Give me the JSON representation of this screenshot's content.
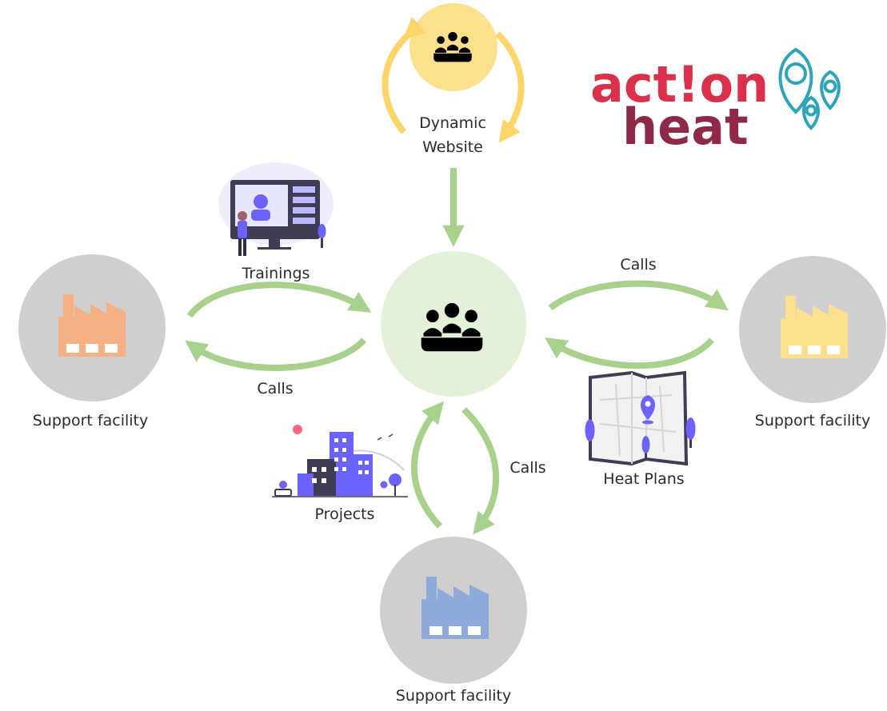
{
  "logo": {
    "line1": "act!on",
    "line2": "heat",
    "colors": {
      "red": "#d9304b",
      "maroon": "#8e2a45",
      "pin": "#2fa4b9"
    }
  },
  "hub": {
    "icon": "team-meeting-icon",
    "color": "#e3f1d9"
  },
  "website": {
    "line1": "Dynamic",
    "line2": "Website",
    "icon": "team-meeting-icon",
    "color": "#fde08c"
  },
  "facilities": [
    {
      "label": "Support facility",
      "factory_color": "#f5b183"
    },
    {
      "label": "Support facility",
      "factory_color": "#fde08c"
    },
    {
      "label": "Support facility",
      "factory_color": "#8eaadb"
    }
  ],
  "outputs": {
    "trainings": "Trainings",
    "projects": "Projects",
    "heat_plans": "Heat Plans"
  },
  "flows": {
    "left_calls": "Calls",
    "right_calls": "Calls",
    "bottom_calls": "Calls"
  },
  "colors": {
    "arrow_green": "#a9d18e",
    "arrow_yellow": "#fdd56a",
    "facility_circle": "#d0cece",
    "illustration_purple": "#6c63ff"
  }
}
